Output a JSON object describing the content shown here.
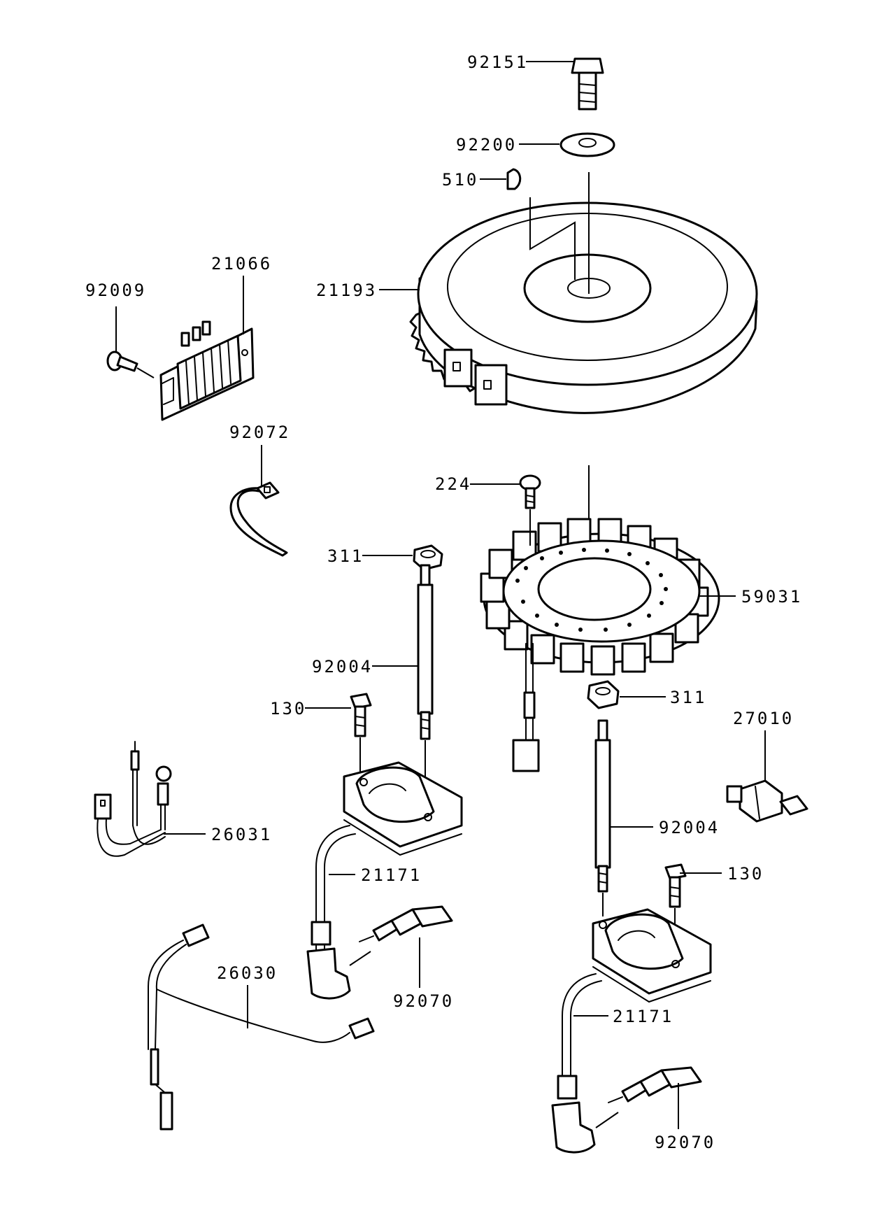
{
  "labels": {
    "p92151": "92151",
    "p92200": "92200",
    "p510": "510",
    "p21193": "21193",
    "p21066": "21066",
    "p92009": "92009",
    "p92072": "92072",
    "p224": "224",
    "p311_top": "311",
    "p59031": "59031",
    "p92004_left": "92004",
    "p130_left": "130",
    "p311_right": "311",
    "p27010": "27010",
    "p26031": "26031",
    "p92004_right": "92004",
    "p21171_left": "21171",
    "p130_right": "130",
    "p26030": "26030",
    "p92070_left": "92070",
    "p21171_right": "21171",
    "p92070_right": "92070"
  }
}
